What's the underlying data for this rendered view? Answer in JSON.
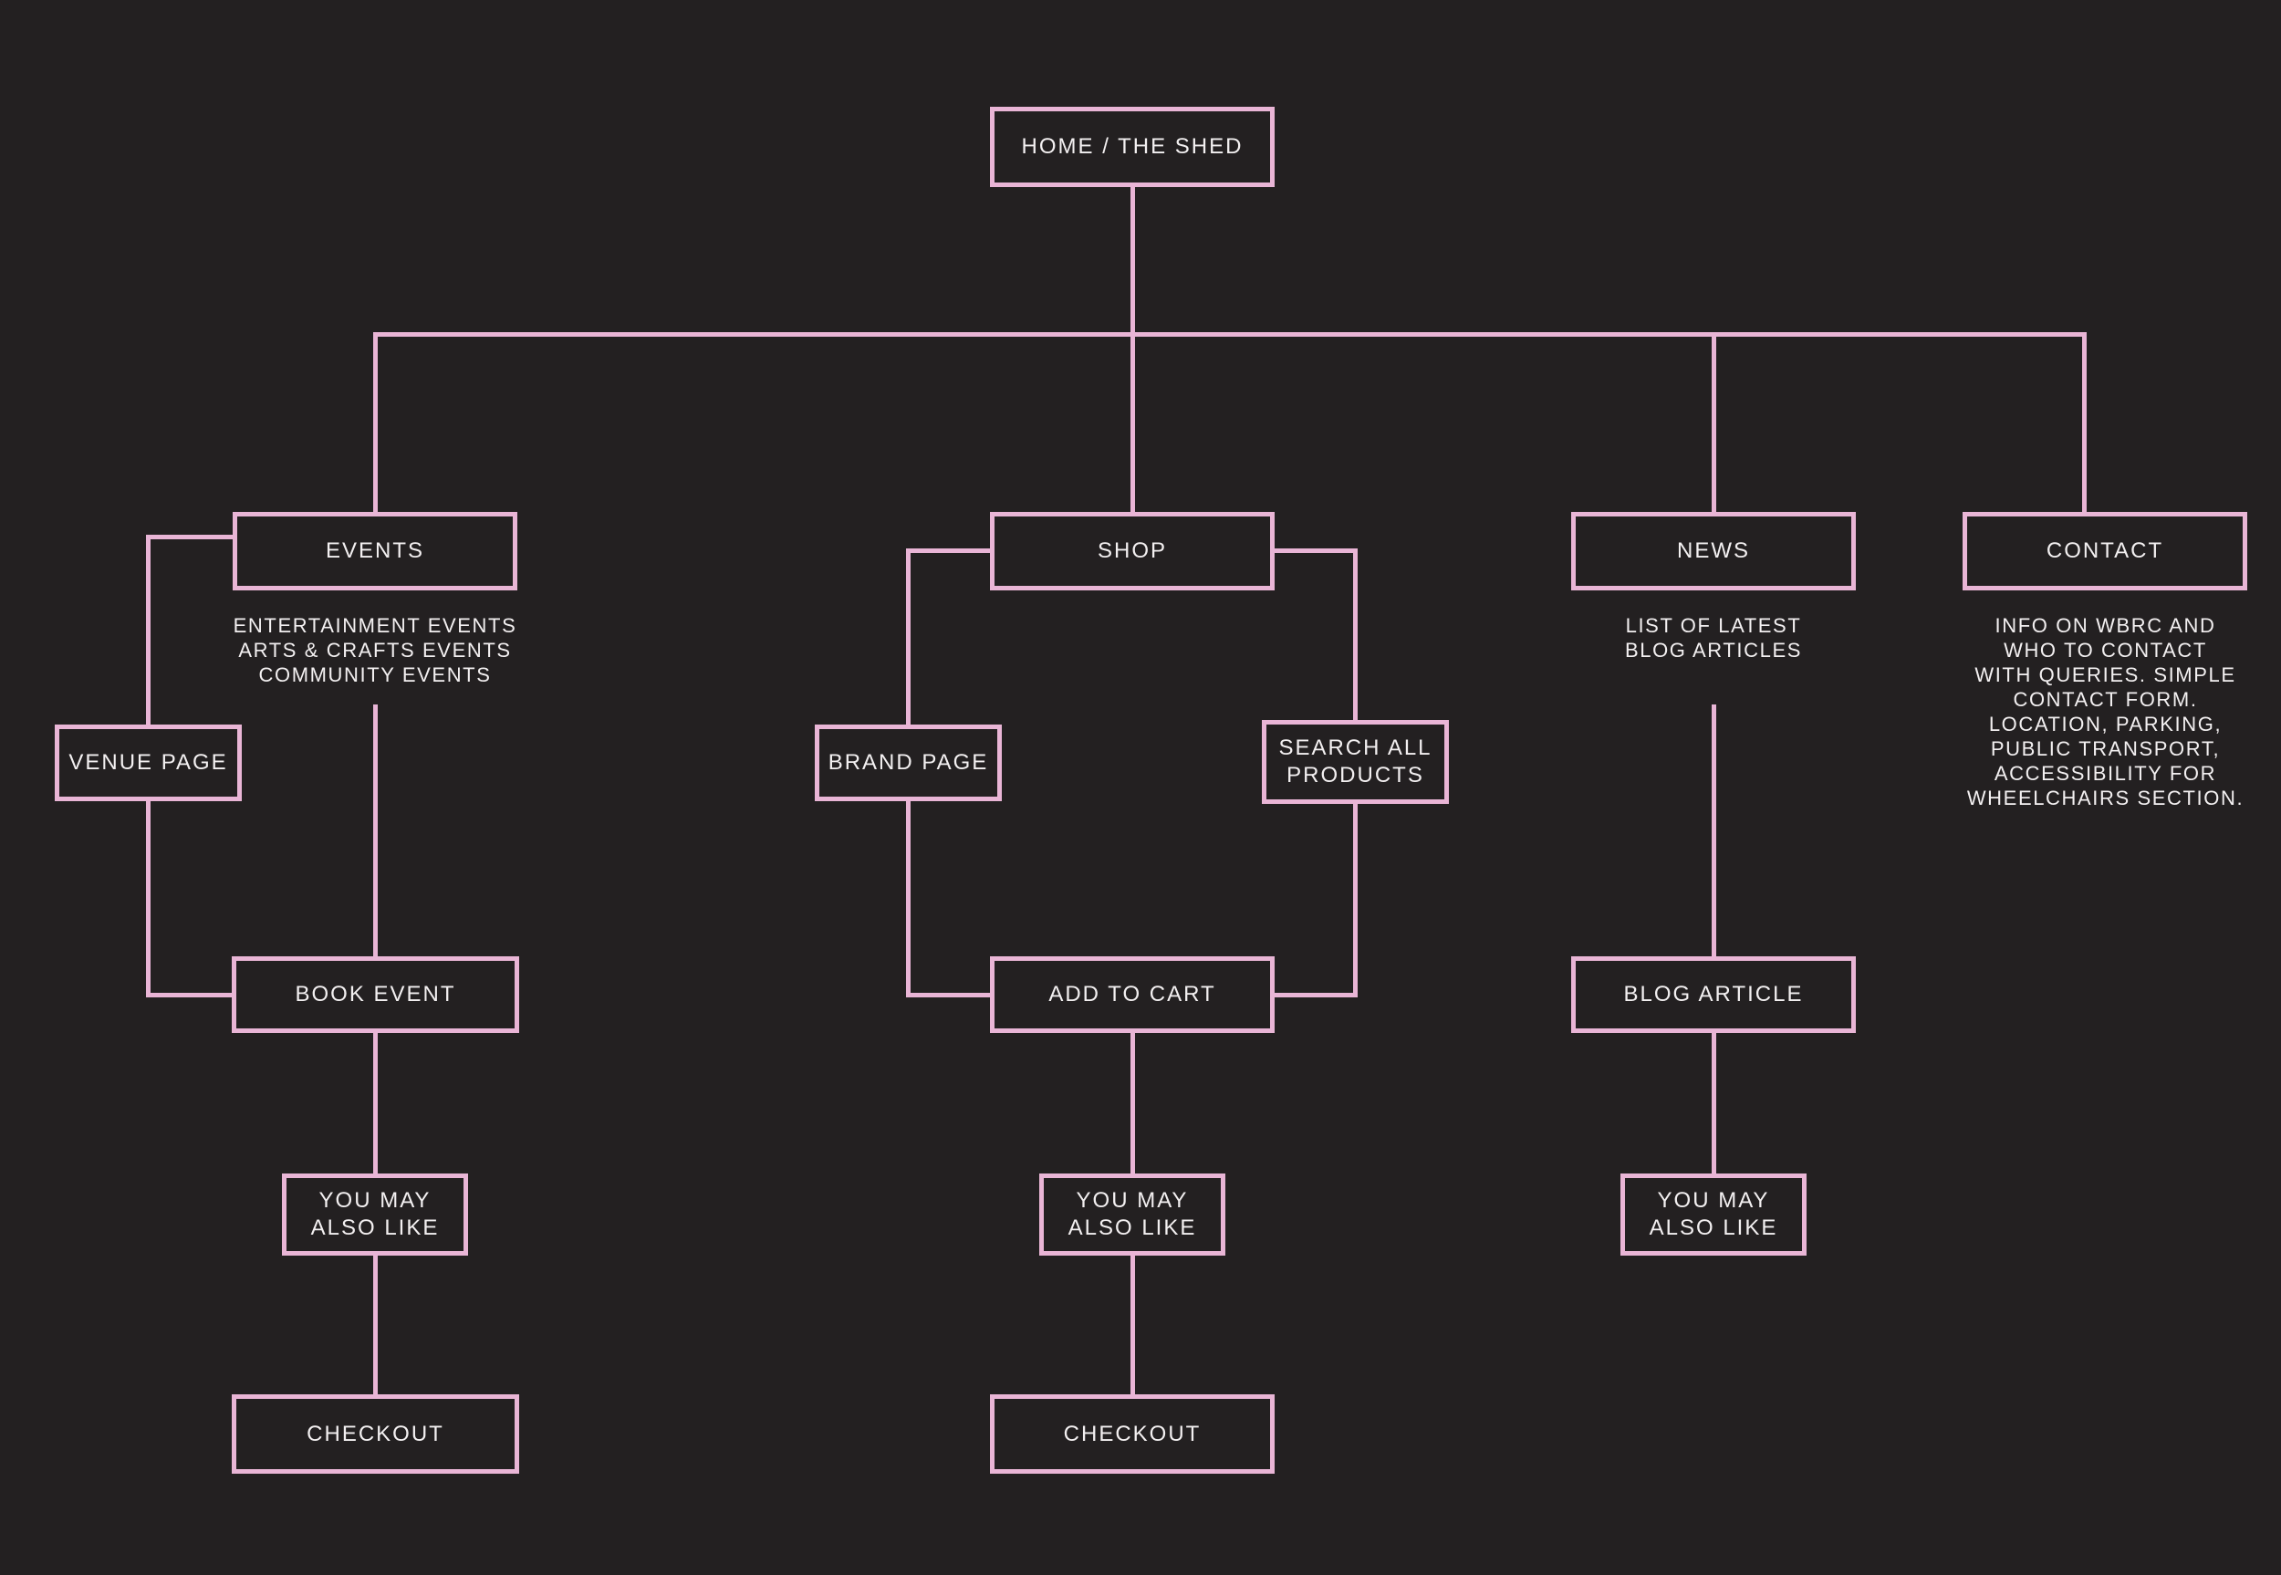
{
  "colors": {
    "background": "#232021",
    "line_and_border": "#e9b5d6",
    "text": "#f3f0f1"
  },
  "nodes": {
    "home": {
      "label": "HOME / THE SHED"
    },
    "events": {
      "label": "EVENTS"
    },
    "shop": {
      "label": "SHOP"
    },
    "news": {
      "label": "NEWS"
    },
    "contact": {
      "label": "CONTACT"
    },
    "venue_page": {
      "label": "VENUE PAGE"
    },
    "brand_page": {
      "label": "BRAND PAGE"
    },
    "search_all_products": {
      "label": "SEARCH ALL\nPRODUCTS"
    },
    "book_event": {
      "label": "BOOK EVENT"
    },
    "add_to_cart": {
      "label": "ADD TO CART"
    },
    "blog_article": {
      "label": "BLOG ARTICLE"
    },
    "you_may_also_like_events": {
      "label": "YOU MAY\nALSO LIKE"
    },
    "you_may_also_like_shop": {
      "label": "YOU MAY\nALSO LIKE"
    },
    "you_may_also_like_news": {
      "label": "YOU MAY\nALSO LIKE"
    },
    "checkout_events": {
      "label": "CHECKOUT"
    },
    "checkout_shop": {
      "label": "CHECKOUT"
    }
  },
  "descriptions": {
    "events": "ENTERTAINMENT EVENTS\nARTS & CRAFTS EVENTS\nCOMMUNITY EVENTS",
    "news": "LIST OF LATEST\nBLOG ARTICLES",
    "contact": "INFO ON WBRC AND\nWHO TO CONTACT\nWITH QUERIES. SIMPLE\nCONTACT FORM.\nLOCATION, PARKING,\nPUBLIC TRANSPORT,\nACCESSIBILITY FOR\nWHEELCHAIRS SECTION."
  }
}
